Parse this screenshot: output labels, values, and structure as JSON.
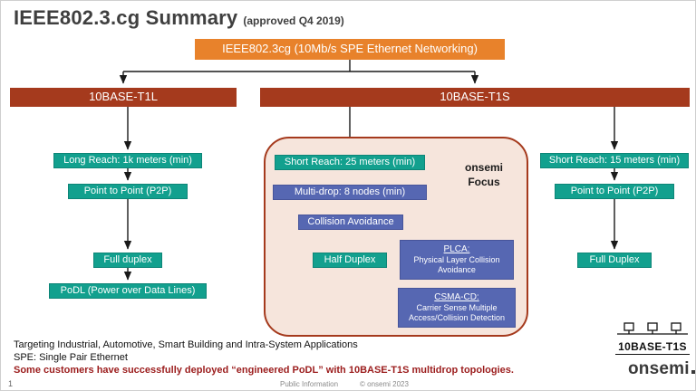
{
  "slide": {
    "title": "IEEE802.3.cg Summary",
    "title_suffix": "(approved Q4 2019)",
    "page_number": "1",
    "footer_classification": "Public Information",
    "footer_copyright": "© onsemi 2023"
  },
  "root_box": "IEEE802.3cg (10Mb/s SPE Ethernet Networking)",
  "branches": {
    "t1l": {
      "header": "10BASE-T1L",
      "items": [
        "Long Reach: 1k meters (min)",
        "Point to Point (P2P)",
        "Full duplex",
        "PoDL (Power over Data Lines)"
      ]
    },
    "t1s": {
      "header": "10BASE-T1S",
      "focus_line1": "onsemi",
      "focus_line2": "Focus",
      "middle": {
        "short_reach": "Short Reach: 25 meters (min)",
        "multidrop": "Multi-drop: 8 nodes (min)",
        "collision_avoidance": "Collision Avoidance",
        "half_duplex": "Half Duplex",
        "plca_title": "PLCA:",
        "plca_line1": "Physical Layer Collision",
        "plca_line2": "Avoidance",
        "csma_title": "CSMA-CD:",
        "csma_line1": "Carrier Sense Multiple",
        "csma_line2": "Access/Collision Detection"
      },
      "right": {
        "short_reach": "Short Reach: 15 meters (min)",
        "p2p": "Point to Point (P2P)",
        "full_duplex": "Full Duplex"
      }
    }
  },
  "notes": {
    "line1": "Targeting Industrial, Automotive, Smart Building and Intra-System Applications",
    "line2": "SPE: Single Pair Ethernet",
    "line3": "Some customers have successfully deployed “engineered PoDL” with 10BASE-T1S multidrop topologies."
  },
  "logos": {
    "t1s_logo": "10BASE-T1S",
    "onsemi_logo": "onsemi"
  },
  "colors": {
    "orange": "#E8822B",
    "brick": "#A53A1D",
    "teal": "#12A08E",
    "blue": "#5667B2",
    "focus_bg": "#F6E5DC",
    "red_text": "#9B1C1C"
  }
}
